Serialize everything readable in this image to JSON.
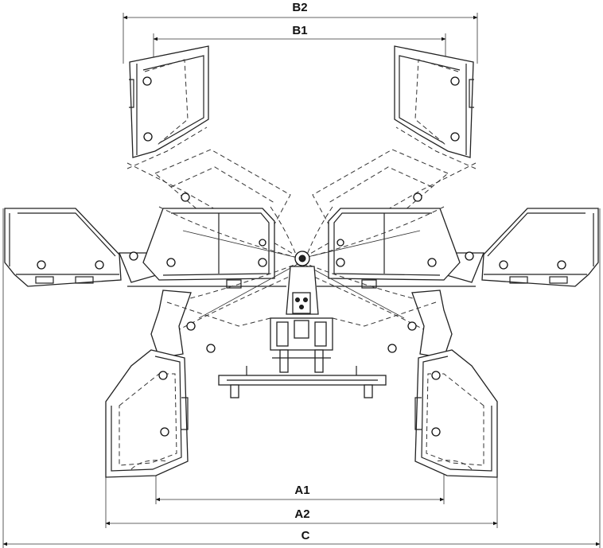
{
  "dimensions": {
    "b2": "B2",
    "b1": "B1",
    "a1": "A1",
    "a2": "A2",
    "c": "C"
  },
  "colors": {
    "line": "#222222",
    "background": "#ffffff"
  }
}
